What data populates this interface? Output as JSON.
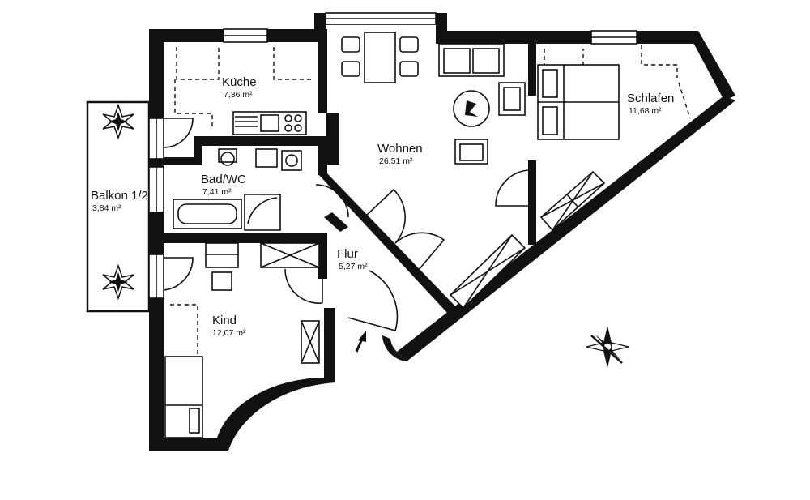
{
  "rooms": {
    "kueche": {
      "name": "Küche",
      "area": "7,36 m²"
    },
    "bad": {
      "name": "Bad/WC",
      "area": "7,41 m²"
    },
    "balkon": {
      "name": "Balkon 1/2",
      "area": "3,84 m²"
    },
    "wohnen": {
      "name": "Wohnen",
      "area": "26,51 m²"
    },
    "schlafen": {
      "name": "Schlafen",
      "area": "11,68 m²"
    },
    "flur": {
      "name": "Flur",
      "area": "5,27 m²"
    },
    "kind": {
      "name": "Kind",
      "area": "12,07 m²"
    }
  },
  "colors": {
    "ink": "#111111",
    "paper": "#ffffff"
  },
  "icons": [
    "compass-rose-icon",
    "entrance-arrow-icon",
    "plant-icon"
  ]
}
